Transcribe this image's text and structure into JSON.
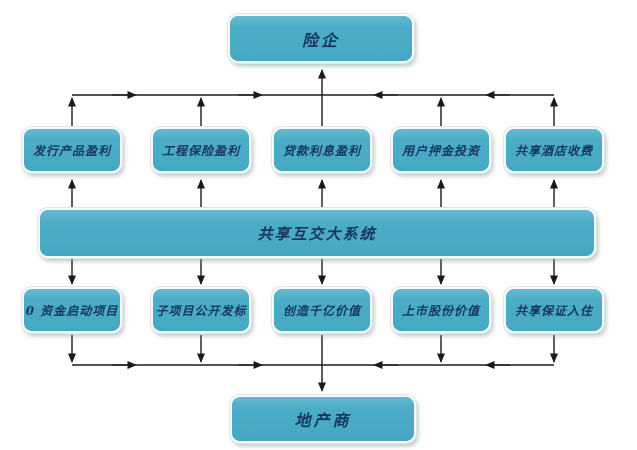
{
  "diagram": {
    "top": {
      "label": "险企"
    },
    "profit_row": [
      {
        "label": "发行产品盈利"
      },
      {
        "label": "工程保险盈利"
      },
      {
        "label": "贷款利息盈利"
      },
      {
        "label": "用户押金投资"
      },
      {
        "label": "共享酒店收费"
      }
    ],
    "hub": {
      "label": "共享互交大系统"
    },
    "value_row": [
      {
        "label": "0 资金启动项目"
      },
      {
        "label": "子项目公开发标"
      },
      {
        "label": "创造千亿价值"
      },
      {
        "label": "上市股份价值"
      },
      {
        "label": "共享保证入住"
      }
    ],
    "bottom": {
      "label": "地产商"
    },
    "edges": [
      {
        "from": "profit_row",
        "to": "top",
        "style": "verticals join a horizontal bus; flow converges to center and points up into 险企"
      },
      {
        "from": "hub",
        "to": "profit_row",
        "style": "five upward arrows"
      },
      {
        "from": "hub",
        "to": "value_row",
        "style": "five downward arrows"
      },
      {
        "from": "value_row",
        "to": "bottom",
        "style": "verticals join a horizontal bus; flow converges to center and points down into 地产商"
      }
    ]
  },
  "colors": {
    "box_fill": "#4BACC6",
    "box_text": "#17375E",
    "line": "#1a1a1a",
    "background": "#ffffff"
  }
}
